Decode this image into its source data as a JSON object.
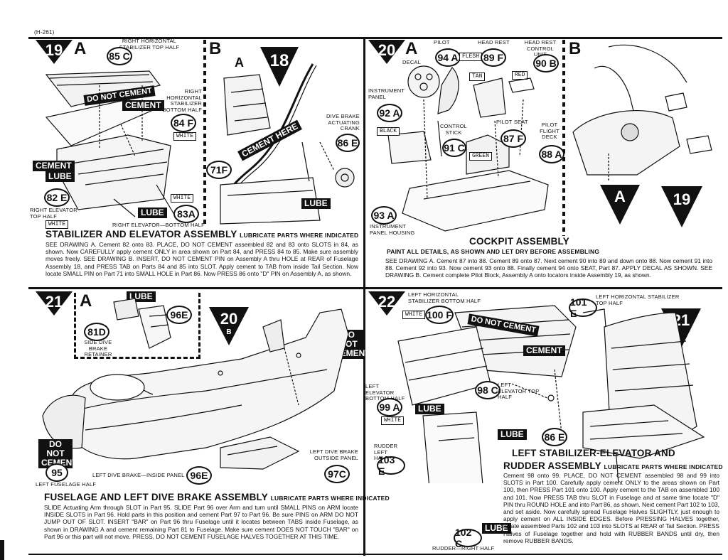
{
  "page_id": "(H-261)",
  "steps": {
    "s19": {
      "number": "19",
      "letter_a": "A",
      "letter_b": "B",
      "label_right_h_stab_top": "RIGHT HORIZONTAL STABILIZER TOP HALF",
      "part_85": "85 C",
      "label_right_h_stab_bottom": "RIGHT HORIZONTAL STABILIZER BOTTOM HALF",
      "part_84": "84 F",
      "do_not_cement": "DO NOT CEMENT",
      "cement": "CEMENT",
      "cement_here": "CEMENT HERE",
      "lube": "LUBE",
      "white": "WHITE",
      "part_82": "82 E",
      "label_right_elev_top": "RIGHT ELEVATOR TOP HALF",
      "label_right_elev_bottom": "RIGHT ELEVATOR—BOTTOM HALF",
      "part_83": "83A",
      "ref_18": "18",
      "ref_a": "A",
      "part_71": "71F",
      "label_dive_brake_crank": "DIVE BRAKE ACTUATING CRANK",
      "part_86": "86 E",
      "heading": "STABILIZER AND ELEVATOR ASSEMBLY",
      "heading_sub": "LUBRICATE PARTS WHERE INDICATED",
      "instructions": "SEE DRAWING A. Cement 82 onto 83. PLACE, DO NOT CEMENT assembled 82 and 83 onto SLOTS in 84, as shown. Now CAREFULLY apply cement ONLY in area shown on Part 84, and PRESS 84 to 85. Make sure assembly moves freely. SEE DRAWING B. INSERT, DO NOT CEMENT PIN on Assembly A thru HOLE at REAR of Fuselage Assembly 18, and PRESS TAB on Parts 84 and 85 into SLOT. Apply cement to TAB from inside Tail Section. Now locate SMALL PIN on Part 71 into SMALL HOLE in Part 86. Now PRESS 86 onto \"D\" PIN on Assembly A, as shown."
    },
    "s20": {
      "number": "20",
      "letter_a": "A",
      "letter_b": "B",
      "label_decal": "DECAL",
      "label_pilot": "PILOT",
      "label_head_rest": "HEAD REST",
      "label_head_rest_control": "HEAD REST CONTROL UNIT",
      "part_94": "94 A",
      "part_89": "89 F",
      "part_90": "90 B",
      "color_flesh": "FLESH",
      "color_tan": "TAN",
      "color_red": "RED",
      "color_black": "BLACK",
      "color_green": "GREEN",
      "label_instrument_panel": "INSTRUMENT PANEL",
      "part_92": "92 A",
      "label_control_stick": "CONTROL STICK",
      "part_91": "91 C",
      "label_pilot_seat": "PILOT SEAT",
      "part_87": "87 F",
      "label_pilot_flight_deck": "PILOT FLIGHT DECK",
      "part_88": "88 A",
      "part_93": "93 A",
      "label_instrument_housing": "INSTRUMENT PANEL HOUSING",
      "ref_a": "A",
      "ref_19": "19",
      "heading": "COCKPIT ASSEMBLY",
      "subheading": "PAINT ALL DETAILS, AS SHOWN AND LET DRY BEFORE ASSEMBLING",
      "instructions": "SEE DRAWING A. Cement 87 into 88. Cement 89 onto 87. Next cement 90 into 89 and down onto 88. Now cement 91 into 88. Cement 92 into 93. Now cement 93 onto 88. Finally cement 94 onto SEAT, Part 87. APPLY DECAL AS SHOWN. SEE DRAWING B. Cement complete Pilot Block, Assembly A onto locators inside Assembly 19, as shown."
    },
    "s21": {
      "number": "21",
      "letter_a": "A",
      "lube": "LUBE",
      "part_96": "96E",
      "part_81": "81D",
      "label_side_dive_brake": "SIDE DIVE BRAKE RETAINER",
      "ref_20": "20",
      "ref_b": "B",
      "do_not_cement": "DO NOT CEMENT",
      "label_left_dive_brake_outside": "LEFT DIVE BRAKE OUTSIDE PANEL",
      "part_97": "97C",
      "part_95": "95",
      "label_left_dive_brake_inside": "LEFT DIVE BRAKE—INSIDE PANEL",
      "part_96b": "96E",
      "label_left_fuselage": "LEFT FUSELAGE HALF",
      "heading": "FUSELAGE AND LEFT DIVE BRAKE ASSEMBLY",
      "heading_sub": "LUBRICATE PARTS WHERE INDICATED",
      "instructions": "SLIDE Actuating Arm through SLOT in Part 95. SLIDE Part 96 over Arm and turn until SMALL PINS on ARM locate INSIDE SLOTS in Part 96. Hold parts in this position and cement Part 97 to Part 96. Be sure PINS on ARM DO NOT JUMP OUT OF SLOT. INSERT \"BAR\" on Part 96 thru Fuselage until it locates between TABS inside Fuselage, as shown in DRAWING A and cement remaining Part 81 to Fuselage. Make sure cement DOES NOT TOUCH \"BAR\" on Part 96 or this part will not move. PRESS, DO NOT CEMENT FUSELAGE HALVES TOGETHER AT THIS TIME."
    },
    "s22": {
      "number": "22",
      "label_left_h_stab_bottom": "LEFT HORIZONTAL STABILIZER BOTTOM HALF",
      "white": "WHITE",
      "part_100": "100 F",
      "part_101": "101 E",
      "label_left_h_stab_top": "LEFT HORIZONTAL STABILIZER TOP HALF",
      "ref_21": "21",
      "do_not_cement": "DO NOT CEMENT",
      "cement": "CEMENT",
      "label_left_elev_bottom": "LEFT ELEVATOR BOTTOM HALF",
      "part_98": "98 C",
      "label_left_elev_top": "LEFT ELEVATOR TOP HALF",
      "part_99": "99 A",
      "lube": "LUBE",
      "white2": "WHITE",
      "part_86": "86 E",
      "label_rudder_left": "RUDDER LEFT HALF",
      "part_103": "103 E",
      "part_102": "102 C",
      "label_rudder_right": "RUDDER—RIGHT HALF",
      "heading_1": "LEFT STABILIZER-ELEVATOR AND",
      "heading_2": "RUDDER ASSEMBLY",
      "heading_sub": "LUBRICATE PARTS WHERE INDICATED",
      "instructions": "Cement 98 onto 99. PLACE, DO NOT CEMENT assembled 98 and 99 into SLOTS in Part 100. Carefully apply cement ONLY to the areas shown on Part 100, then PRESS Part 101 onto 100. Apply cement to the TAB on assembled 100 and 101. Now PRESS TAB thru SLOT in Fuselage and at same time locate \"D\" PIN thru ROUND HOLE and into Part 86, as shown. Next cement Part 102 to 103, and set aside. Now carefully spread Fuselage Halves SLIGHTLY, just enough to apply cement on ALL INSIDE EDGES. Before PRESSING HALVES together, locate assembled Parts 102 and 103 into SLOTS at REAR of Tail Section. PRESS Halves of Fuselage together and hold with RUBBER BANDS until dry, then remove RUBBER BANDS."
    }
  },
  "colors": {
    "ink": "#111111",
    "paper": "#ffffff"
  }
}
